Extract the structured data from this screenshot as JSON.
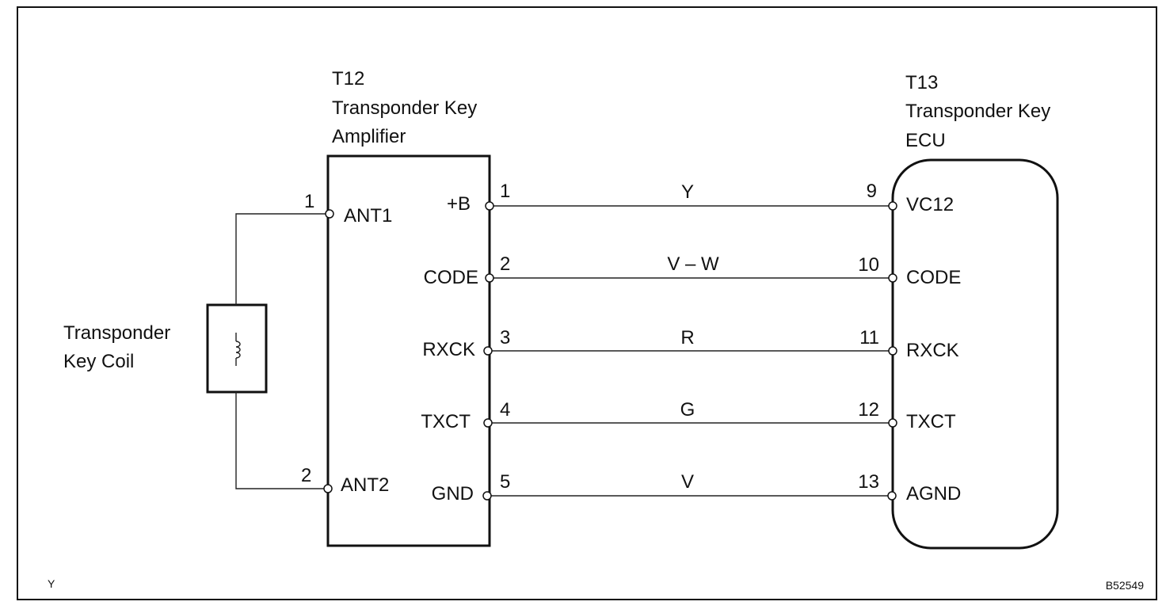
{
  "amplifier": {
    "id": "T12",
    "name_line1": "Transponder Key",
    "name_line2": "Amplifier",
    "antenna_pins": [
      {
        "number": "1",
        "name": "ANT1"
      },
      {
        "number": "2",
        "name": "ANT2"
      }
    ]
  },
  "ecu": {
    "id": "T13",
    "name_line1": "Transponder Key",
    "name_line2": "ECU"
  },
  "coil": {
    "name_line1": "Transponder",
    "name_line2": "Key Coil"
  },
  "wires": [
    {
      "amp_terminal": "+B",
      "amp_pin": "1",
      "color": "Y",
      "ecu_pin": "9",
      "ecu_terminal": "VC12"
    },
    {
      "amp_terminal": "CODE",
      "amp_pin": "2",
      "color": "V – W",
      "ecu_pin": "10",
      "ecu_terminal": "CODE"
    },
    {
      "amp_terminal": "RXCK",
      "amp_pin": "3",
      "color": "R",
      "ecu_pin": "11",
      "ecu_terminal": "RXCK"
    },
    {
      "amp_terminal": "TXCT",
      "amp_pin": "4",
      "color": "G",
      "ecu_pin": "12",
      "ecu_terminal": "TXCT"
    },
    {
      "amp_terminal": "GND",
      "amp_pin": "5",
      "color": "V",
      "ecu_pin": "13",
      "ecu_terminal": "AGND"
    }
  ],
  "footer": {
    "left_mark": "Y",
    "figure_id": "B52549"
  },
  "colors": {
    "ink": "#111111",
    "background": "#ffffff"
  }
}
